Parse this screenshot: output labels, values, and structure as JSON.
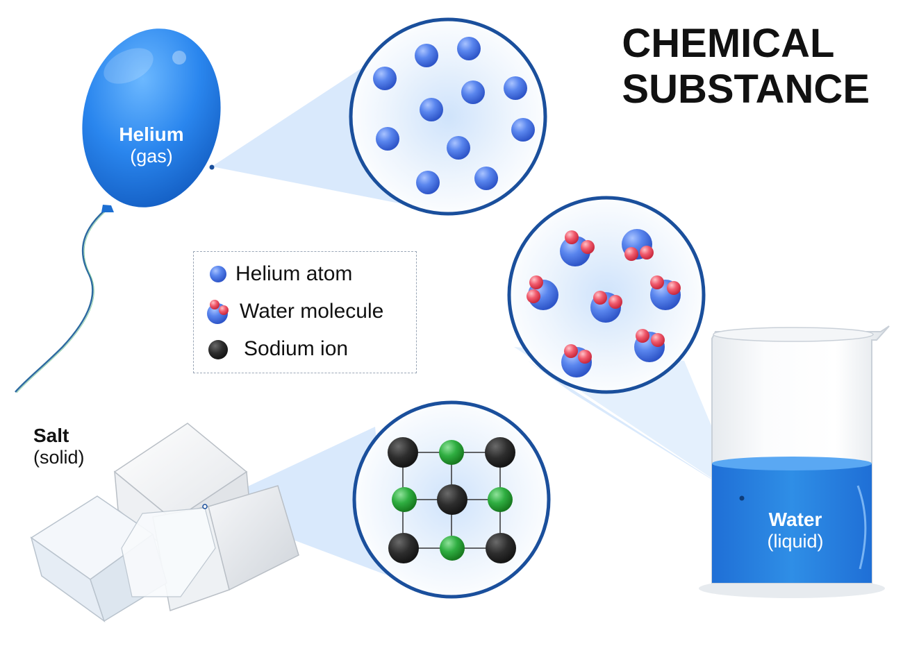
{
  "title": {
    "line1": "CHEMICAL",
    "line2": "SUBSTANCE"
  },
  "helium": {
    "name": "Helium",
    "state": "(gas)"
  },
  "water": {
    "name": "Water",
    "state": "(liquid)"
  },
  "salt": {
    "name": "Salt",
    "state": "(solid)"
  },
  "legend": {
    "items": [
      {
        "label": "Helium atom",
        "icon": "helium-atom-icon"
      },
      {
        "label": "Water molecule",
        "icon": "water-molecule-icon"
      },
      {
        "label": "Sodium ion",
        "icon": "sodium-ion-icon"
      }
    ]
  },
  "colors": {
    "helium_blue": "#2f8ee6",
    "atom_blue": "#4f7fe8",
    "oxygen_red": "#e84a5f",
    "sodium_dark": "#2b2b2b",
    "chloride_green": "#27a839",
    "water_blue": "#2f8ee6",
    "zoom_circle_border": "#1a4f9c"
  }
}
